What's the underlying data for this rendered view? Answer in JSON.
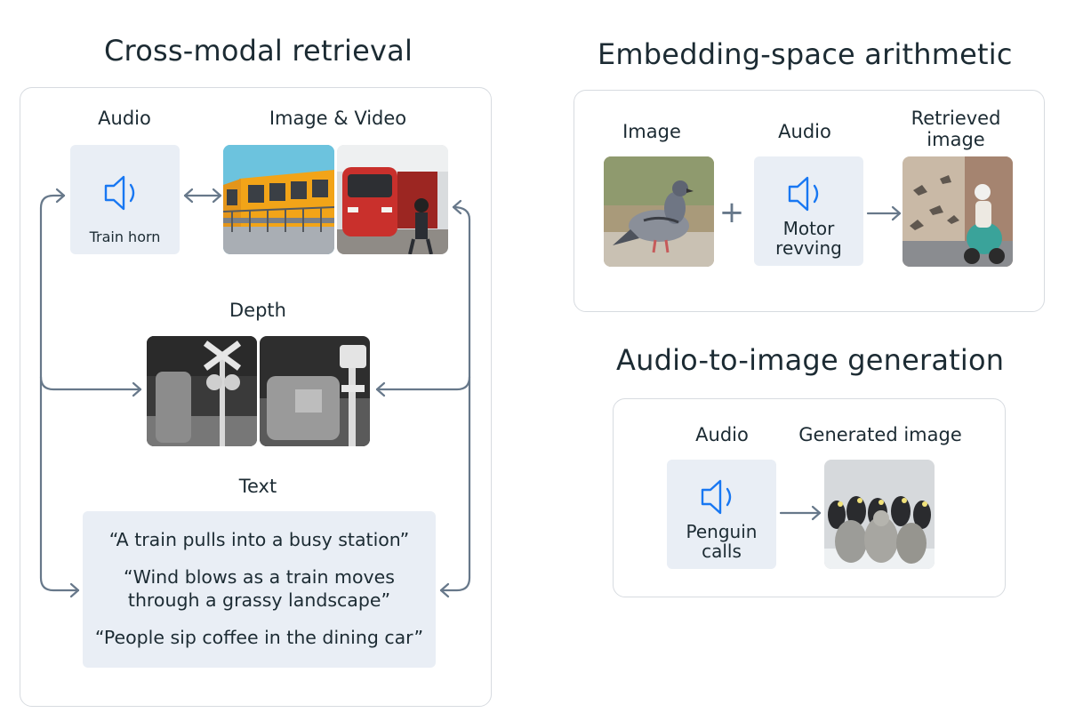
{
  "colors": {
    "accent_blue": "#1877f2",
    "arrow": "#67788a",
    "panel_border": "#d7dbe0",
    "box_bg": "#e9eef5",
    "text": "#1c2b33"
  },
  "cross_modal": {
    "title": "Cross-modal retrieval",
    "audio": {
      "label": "Audio",
      "icon": "speaker-icon",
      "caption": "Train horn"
    },
    "image_video": {
      "label": "Image & Video"
    },
    "depth": {
      "label": "Depth"
    },
    "text": {
      "label": "Text",
      "quotes": [
        "“A train pulls into a busy station”",
        "“Wind blows as a train moves",
        "through a grassy landscape”",
        "“People sip coffee in the dining car”"
      ]
    }
  },
  "embedding": {
    "title": "Embedding-space arithmetic",
    "image_label": "Image",
    "audio_label": "Audio",
    "audio_caption_1": "Motor",
    "audio_caption_2": "revving",
    "retrieved_label_1": "Retrieved",
    "retrieved_label_2": "image",
    "plus": "+"
  },
  "audio_to_image": {
    "title": "Audio-to-image generation",
    "audio_label": "Audio",
    "generated_label": "Generated image",
    "audio_caption_1": "Penguin",
    "audio_caption_2": "calls"
  }
}
